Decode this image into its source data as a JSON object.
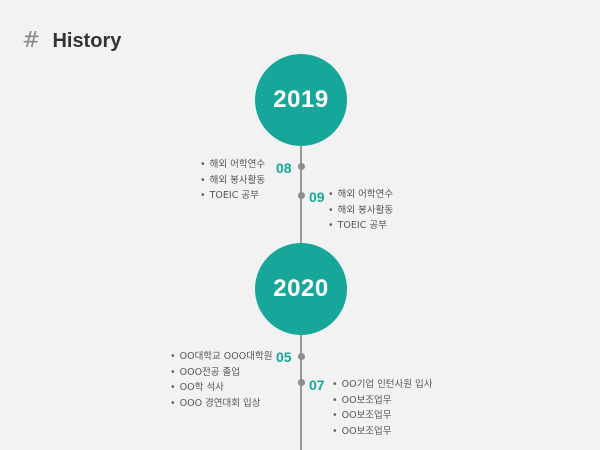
{
  "header": {
    "symbol": "#",
    "title": "History"
  },
  "colors": {
    "accent": "#17a69a",
    "line": "#999999",
    "dot": "#8c8c8c",
    "background": "#f2f2f2"
  },
  "years": [
    {
      "label": "2019"
    },
    {
      "label": "2020"
    }
  ],
  "entries": [
    {
      "month": "08",
      "items": [
        "해외 어학연수",
        "해외 봉사활동",
        "TOEIC 공부"
      ]
    },
    {
      "month": "09",
      "items": [
        "해외 어학연수",
        "해외 봉사활동",
        "TOEIC 공부"
      ]
    },
    {
      "month": "05",
      "items": [
        "OO대학교 OOO대학원",
        "OOO전공 졸업",
        "OO학 석사",
        "OOO 경연대회 입상"
      ]
    },
    {
      "month": "07",
      "items": [
        "OO기업 인턴사원 입사",
        "OO보조업무",
        "OO보조업무",
        "OO보조업무"
      ]
    }
  ]
}
